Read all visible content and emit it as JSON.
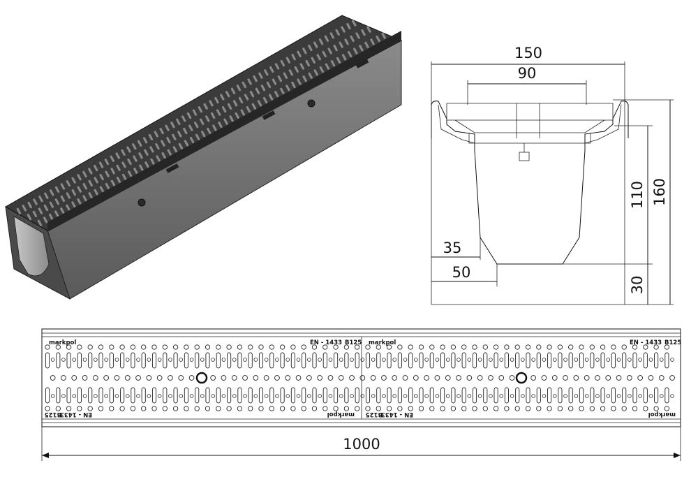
{
  "drawing": {
    "dimensions": {
      "overall_width": "150",
      "grate_width": "90",
      "wall_height": "110",
      "overall_height": "160",
      "inner_offset": "35",
      "bottom_offset": "50",
      "base_thickness": "30",
      "length": "1000"
    },
    "grate_markings": {
      "brand": "markpol",
      "standard": "EN - 1433",
      "load_class": "B125",
      "brand_inverted": "markpol",
      "standard_inverted": "EN - 1433",
      "load_class_inverted": "B125"
    },
    "colors": {
      "body_dark": "#3d3d3d",
      "body_mid": "#6e6e6e",
      "body_light": "#9a9a9a",
      "line": "#111111"
    }
  }
}
